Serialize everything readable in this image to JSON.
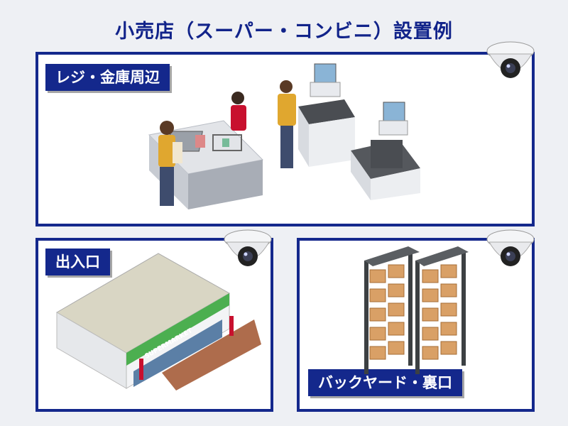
{
  "title": "小売店（スーパー・コンビニ）設置例",
  "sections": [
    {
      "label": "レジ・金庫周辺"
    },
    {
      "label": "出入口",
      "sign": "SUPERMARKET"
    },
    {
      "label": "バックヤード・裏口"
    }
  ],
  "colors": {
    "navy": "#14288c",
    "title": "#11238a",
    "store_green": "#4caf50",
    "apron_red": "#c8102e"
  },
  "icons": [
    "dome-camera-icon",
    "dome-camera-icon",
    "dome-camera-icon"
  ]
}
